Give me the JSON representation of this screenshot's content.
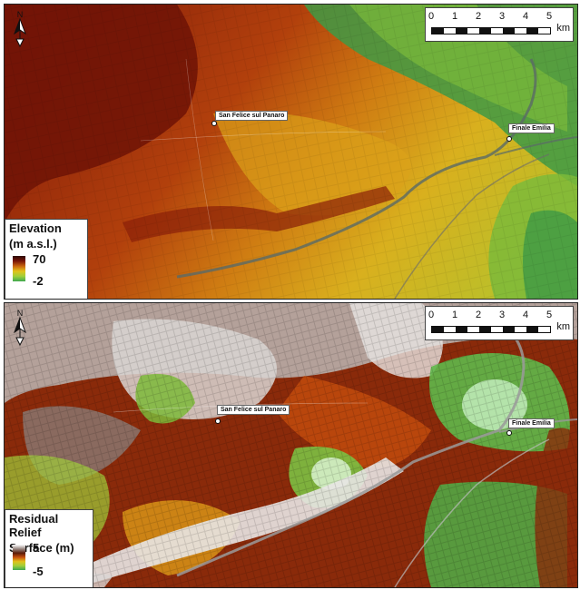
{
  "top_map": {
    "scalebar": {
      "ticks": [
        "0",
        "1",
        "2",
        "3",
        "4",
        "5"
      ],
      "unit": "km"
    },
    "towns": [
      {
        "name": "San Felice sul Panaro"
      },
      {
        "name": "Finale Emilia"
      }
    ],
    "legend": {
      "title_line1": "Elevation",
      "title_line2": "(m a.s.l.)",
      "max": "70",
      "min": "-2"
    },
    "colors": [
      "#7a1508",
      "#a8350a",
      "#c8640e",
      "#dca21a",
      "#c9c22a",
      "#7cba3a",
      "#3f9a45"
    ]
  },
  "bottom_map": {
    "scalebar": {
      "ticks": [
        "0",
        "1",
        "2",
        "3",
        "4",
        "5"
      ],
      "unit": "km"
    },
    "towns": [
      {
        "name": "San Felice sul Panaro"
      },
      {
        "name": "Finale Emilia"
      }
    ],
    "legend": {
      "title_line1": "Residual Relief",
      "title_line2": "Surface (m)",
      "max": "5",
      "min": "-5"
    },
    "colors": [
      "#f4f4f2",
      "#7a4030",
      "#8a2a0a",
      "#c8500e",
      "#e2a21a",
      "#9fcf3a",
      "#3fa850"
    ]
  }
}
